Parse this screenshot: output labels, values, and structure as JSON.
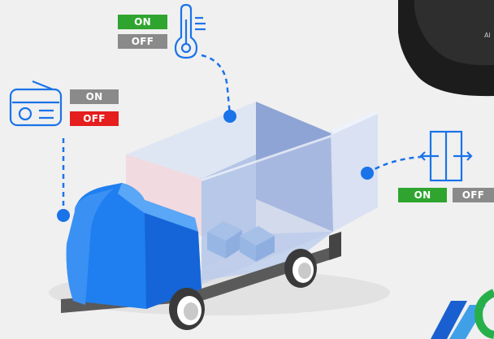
{
  "thermometer": {
    "on": "ON",
    "off": "OFF",
    "active": "on"
  },
  "radio": {
    "on": "ON",
    "off": "OFF",
    "active": "off"
  },
  "door": {
    "on": "ON",
    "off": "OFF",
    "active": "on"
  },
  "device": {
    "label_fragment": "Al"
  },
  "colors": {
    "on_active": "#2fa52f",
    "off_active": "#e51e1e",
    "inactive": "#8a8a8a",
    "link": "#1a73e8",
    "truck_cab": "#1f7ff0"
  },
  "icons": [
    "thermometer-icon",
    "radio-icon",
    "sliding-door-icon"
  ]
}
